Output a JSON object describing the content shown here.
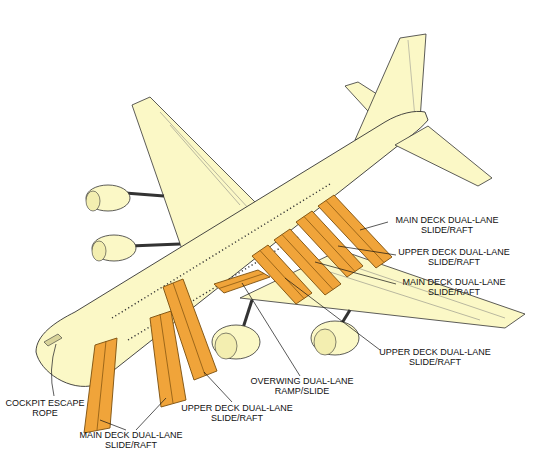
{
  "diagram": {
    "labels": [
      "MAIN DECK DUAL-LANE SLIDE/RAFT",
      "UPPER DECK DUAL-LANE SLIDE/RAFT",
      "MAIN DECK DUAL-LANE SLIDE/RAFT",
      "UPPER DECK DUAL-LANE SLIDE/RAFT",
      "OVERWING DUAL-LANE RAMP/SLIDE",
      "COCKPIT ESCAPE ROPE",
      "UPPER DECK DUAL-LANE SLIDE/RAFT",
      "MAIN DECK DUAL-LANE SLIDE/RAFT"
    ]
  }
}
